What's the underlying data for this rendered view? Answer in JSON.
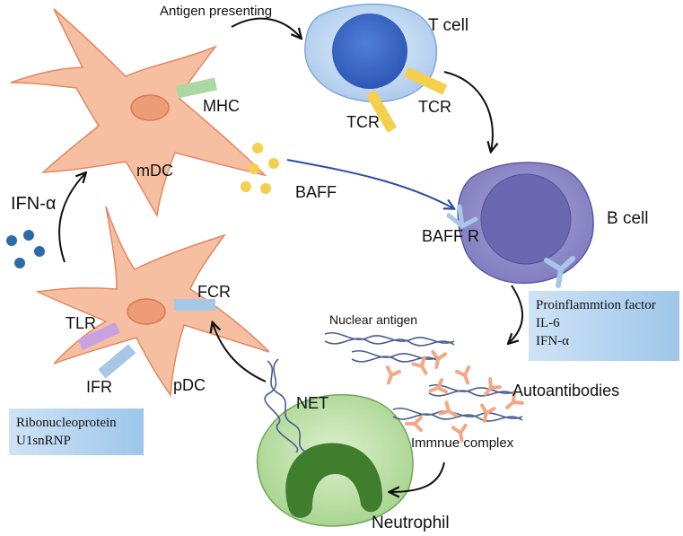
{
  "labels": {
    "antigen_presenting": "Antigen presenting",
    "t_cell": "T cell",
    "mhc": "MHC",
    "tcr_left": "TCR",
    "tcr_right": "TCR",
    "mdc": "mDC",
    "baff": "BAFF",
    "ifn_alpha": "IFN-α",
    "b_cell": "B cell",
    "baff_r": "BAFF R",
    "fcr": "FCR",
    "tlr": "TLR",
    "ifr": "IFR",
    "pdc": "pDC",
    "nuclear_antigen": "Nuclear antigen",
    "autoantibodies": "Autoantibodies",
    "immune_complex": "Immnue complex",
    "net": "NET",
    "neutrophil": "Neutrophil"
  },
  "boxes": {
    "proinflammation": [
      "Proinflammtion factor",
      "IL-6",
      "IFN-α"
    ],
    "ribonucleoprotein": [
      "Ribonucleoprotein",
      "U1snRNP"
    ]
  },
  "colors": {
    "dc_fill": "#f5b89a",
    "dc_stroke": "#e0805a",
    "dc_nucleus": "#ee9c78",
    "mhc": "#a9d9a0",
    "t_cell_outer": "#bcd6f2",
    "t_cell_inner": "#3d6ccb",
    "tcr": "#f5d04e",
    "b_cell_outer": "#9591c9",
    "b_cell_inner": "#6b67b1",
    "receptor": "#a7c7e6",
    "tlr": "#c8a2e0",
    "baff_dots": "#f5d04e",
    "ifn_dots": "#2d6aa8",
    "antibody": "#f4a784",
    "neutrophil_outer": "#b6dc9f",
    "neutrophil_nucleus": "#3f7e2c",
    "dna": "#4a5d8f",
    "arrow_black": "#111111",
    "arrow_blue": "#2f4e9e"
  }
}
